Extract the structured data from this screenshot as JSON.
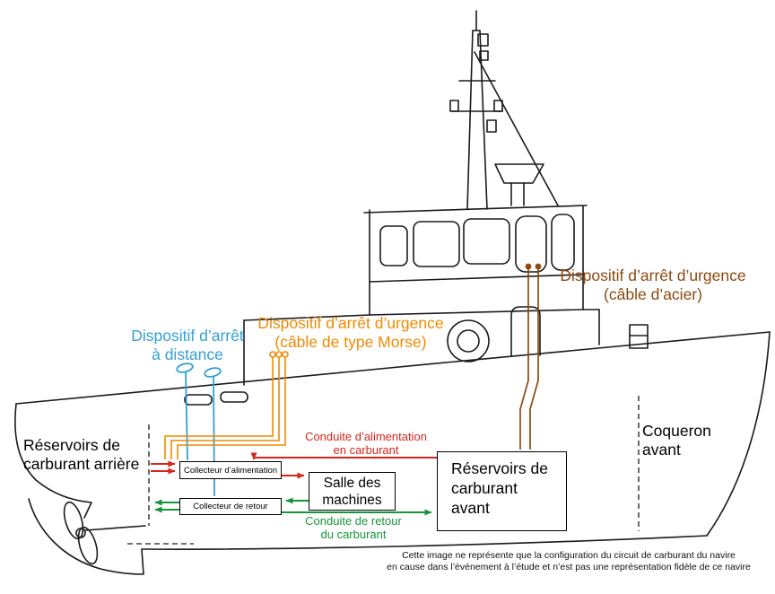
{
  "colors": {
    "outline": "#1a1a1a",
    "supply_line": "#da251c",
    "return_line": "#18953a",
    "remote_shutdown": "#33a0d6",
    "morse_cable": "#f08a00",
    "steel_cable": "#8c4a10"
  },
  "labels": {
    "remote_shutdown": {
      "line1": "Dispositif d’arrêt",
      "line2": "à distance"
    },
    "morse_stop": {
      "line1": "Dispositif d’arrêt d’urgence",
      "line2": "(câble de type Morse)"
    },
    "steel_stop": {
      "line1": "Dispositif d’arrêt d’urgence",
      "line2": "(câble d’acier)"
    },
    "aft_tanks": {
      "line1": "Réservoirs de",
      "line2": "carburant arrière"
    },
    "forward_tanks": {
      "line1": "Réservoirs de",
      "line2": "carburant",
      "line3": "avant"
    },
    "forepeak": {
      "line1": "Coqueron",
      "line2": "avant"
    },
    "supply_pipe": {
      "line1": "Conduite d’alimentation",
      "line2": "en carburant"
    },
    "return_pipe": {
      "line1": "Conduite de retour",
      "line2": "du carburant"
    },
    "supply_manifold": "Collecteur d’alimentation",
    "return_manifold": "Collecteur de retour",
    "engine_room": {
      "line1": "Salle des",
      "line2": "machines"
    }
  },
  "footnote": {
    "line1": "Cette image ne représente que la configuration du circuit de carburant du navire",
    "line2": "en cause dans l’événement à l’étude et n’est pas une représentation fidèle de ce navire"
  }
}
